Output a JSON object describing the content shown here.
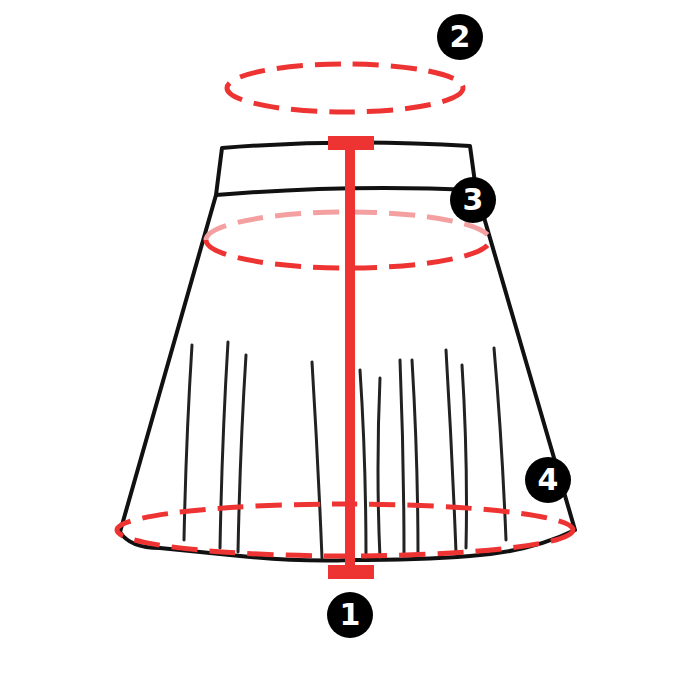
{
  "diagram": {
    "labels": [
      "2",
      "3",
      "4",
      "1"
    ]
  }
}
